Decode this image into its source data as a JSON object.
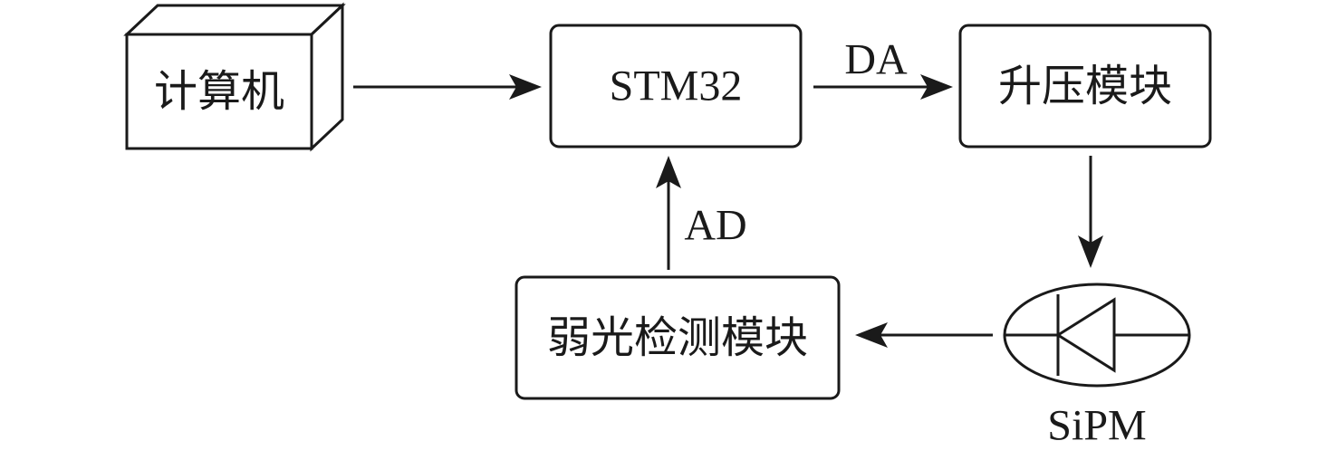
{
  "nodes": {
    "computer": {
      "label": "计算机"
    },
    "stm32": {
      "label": "STM32"
    },
    "boost_module": {
      "label": "升压模块"
    },
    "weak_light_module": {
      "label": "弱光检测模块"
    },
    "sipm": {
      "label": "SiPM"
    }
  },
  "edges": {
    "computer_to_stm32": {
      "label": ""
    },
    "stm32_to_boost": {
      "label": "DA"
    },
    "boost_to_sipm": {
      "label": ""
    },
    "sipm_to_weak_light": {
      "label": ""
    },
    "weak_light_to_stm32": {
      "label": "AD"
    }
  }
}
